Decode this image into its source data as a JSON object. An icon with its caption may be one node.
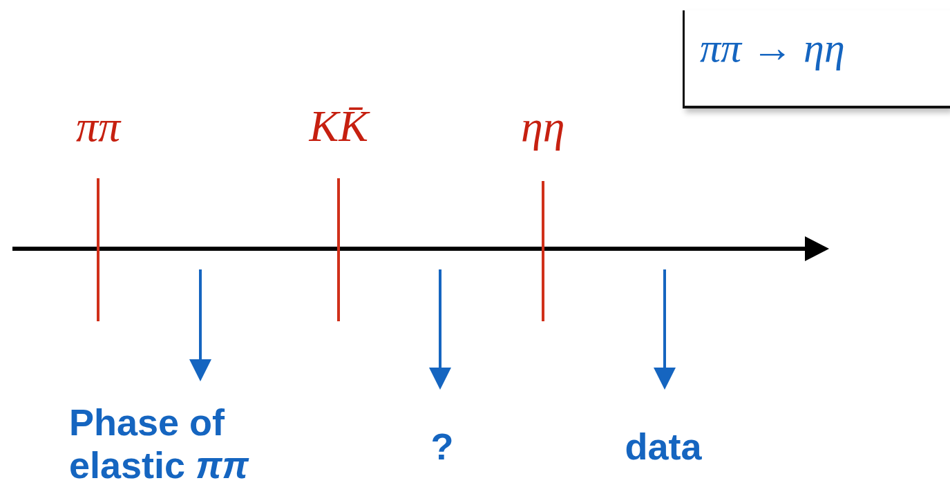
{
  "diagram": {
    "nodes": [
      {
        "text": [
          "ππ → ηη"
        ]
      },
      {
        "text": [
          "Phase of elastic *ππ*"
        ]
      },
      {
        "text": [
          "?"
        ]
      },
      {
        "text": [
          "data"
        ]
      }
    ],
    "edges": [
      {
        "from": null,
        "to": 1,
        "arrow": "to"
      },
      {
        "from": null,
        "to": 2,
        "arrow": "to"
      },
      {
        "from": null,
        "to": 3,
        "arrow": "to"
      }
    ],
    "labels": [
      "ππ",
      "KK̄",
      "ηη"
    ]
  }
}
